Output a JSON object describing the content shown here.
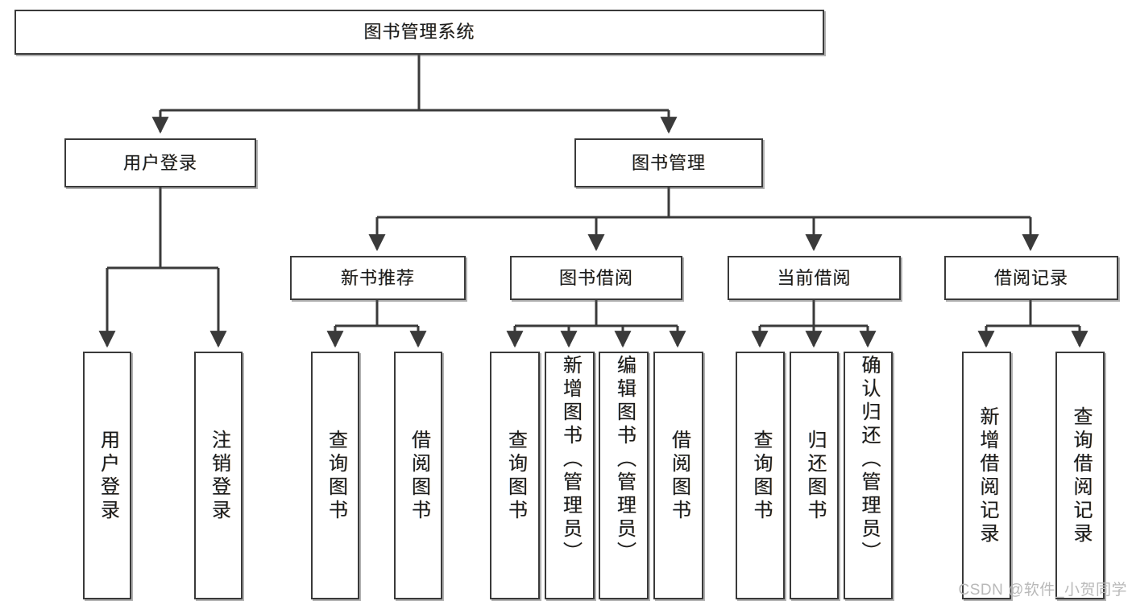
{
  "diagram": {
    "title": "图书管理系统",
    "type": "tree",
    "root": {
      "label": "图书管理系统"
    },
    "level2": [
      {
        "label": "用户登录"
      },
      {
        "label": "图书管理"
      }
    ],
    "level3": [
      {
        "label": "新书推荐"
      },
      {
        "label": "图书借阅"
      },
      {
        "label": "当前借阅"
      },
      {
        "label": "借阅记录"
      }
    ],
    "leaves": {
      "user_login": [
        {
          "label": "用户登录"
        },
        {
          "label": "注销登录"
        }
      ],
      "new_book": [
        {
          "label": "查询图书"
        },
        {
          "label": "借阅图书"
        }
      ],
      "borrow": [
        {
          "label": "查询图书"
        },
        {
          "label": "新增图书（管理员）"
        },
        {
          "label": "编辑图书（管理员）"
        },
        {
          "label": "借阅图书"
        }
      ],
      "current": [
        {
          "label": "查询图书"
        },
        {
          "label": "归还图书"
        },
        {
          "label": "确认归还（管理员）"
        }
      ],
      "records": [
        {
          "label": "新增借阅记录"
        },
        {
          "label": "查询借阅记录"
        }
      ]
    }
  },
  "watermark": {
    "text": "CSDN @软件_小贺同学"
  },
  "colors": {
    "stroke": "#3a3a3a",
    "fill": "#ffffff",
    "text": "#1c1c1c",
    "watermark": "#b9b9b9"
  }
}
